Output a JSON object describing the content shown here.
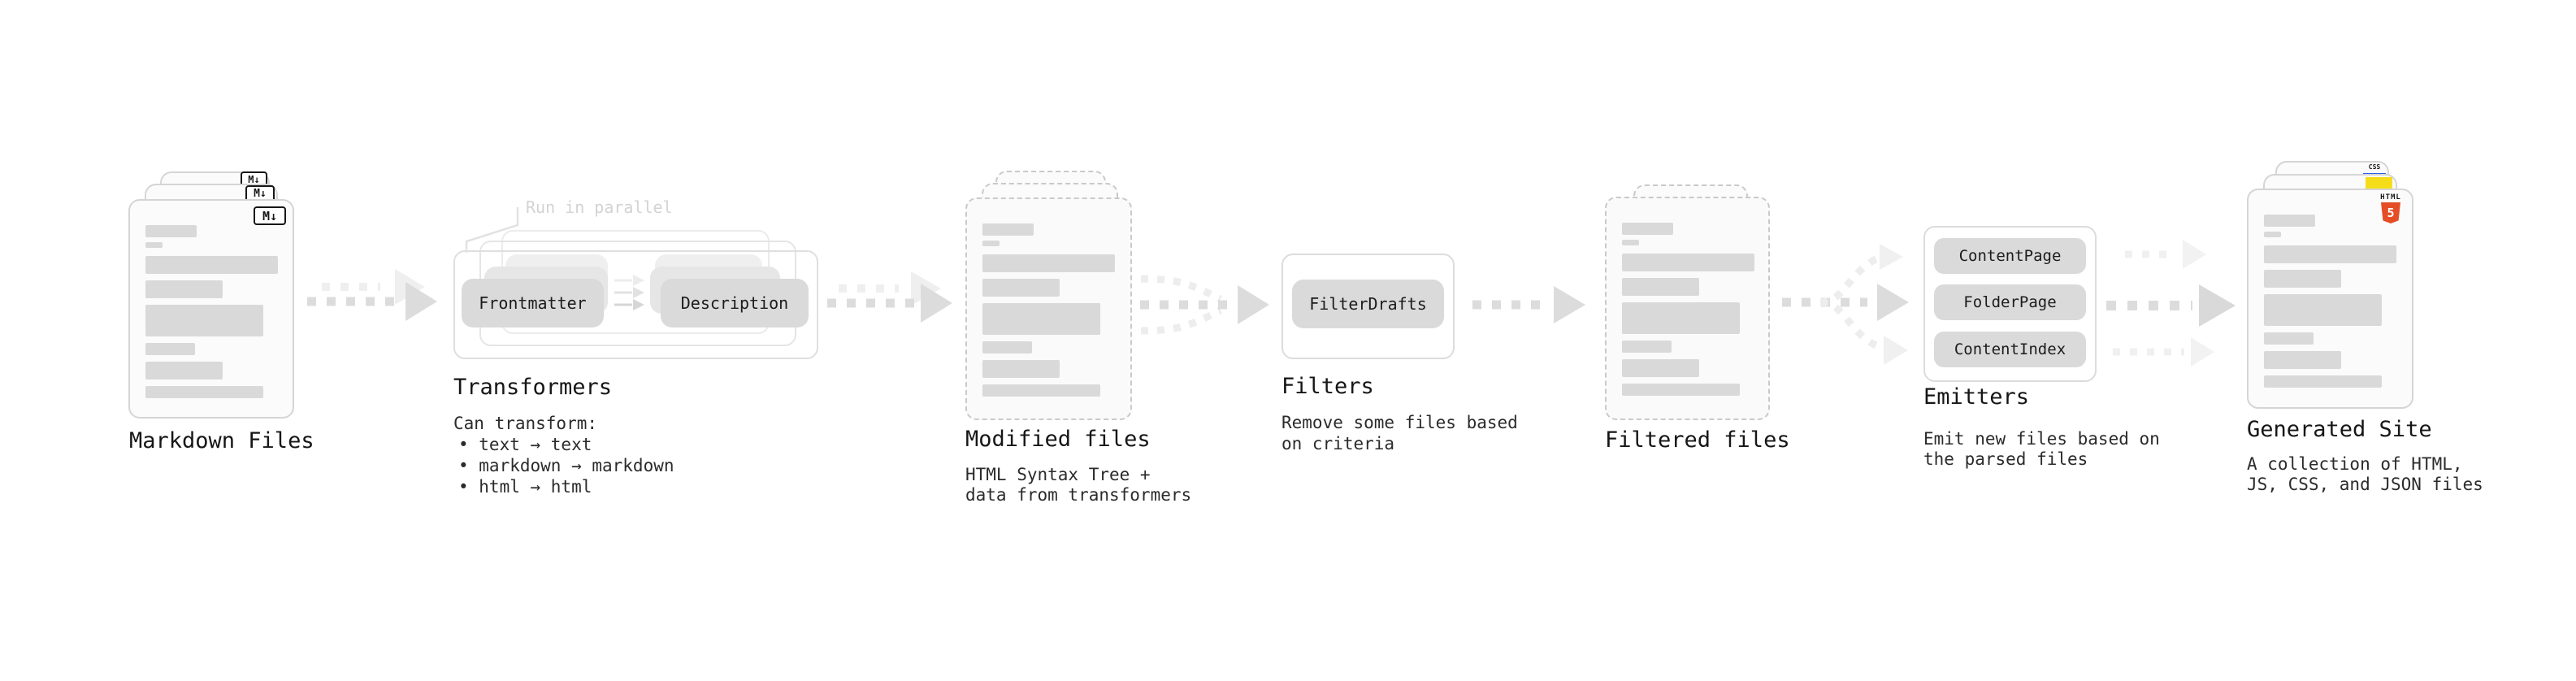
{
  "markdown_files": {
    "label": "Markdown Files",
    "icon": "M↓"
  },
  "transformers": {
    "annotation": "Run in parallel",
    "source_pill": "Frontmatter",
    "target_pill": "Description",
    "label": "Transformers",
    "desc_title": "Can transform:",
    "bullets": [
      "• text → text",
      "• markdown → markdown",
      "• html → html"
    ]
  },
  "modified_files": {
    "label": "Modified files",
    "desc": [
      "HTML Syntax Tree +",
      "data from transformers"
    ]
  },
  "filters": {
    "pill": "FilterDrafts",
    "label": "Filters",
    "desc": [
      "Remove some files based",
      "on criteria"
    ]
  },
  "filtered_files": {
    "label": "Filtered files"
  },
  "emitters": {
    "pills": [
      "ContentPage",
      "FolderPage",
      "ContentIndex"
    ],
    "label": "Emitters",
    "desc": [
      "Emit new files based on",
      "the parsed files"
    ]
  },
  "generated_site": {
    "label": "Generated Site",
    "desc": [
      "A collection of HTML,",
      "JS, CSS, and JSON files"
    ],
    "html_badge_word": "HTML",
    "html_badge_number": "5",
    "css_badge": "CSS"
  },
  "colors": {
    "html5_orange": "#e44d26",
    "js_yellow": "#f5de19",
    "css_blue": "#2962e8",
    "placeholder_bar_gray": "#d9d9d9",
    "arrow_gray": "#dcdcdc",
    "arrow_light_gray": "#efefef"
  }
}
